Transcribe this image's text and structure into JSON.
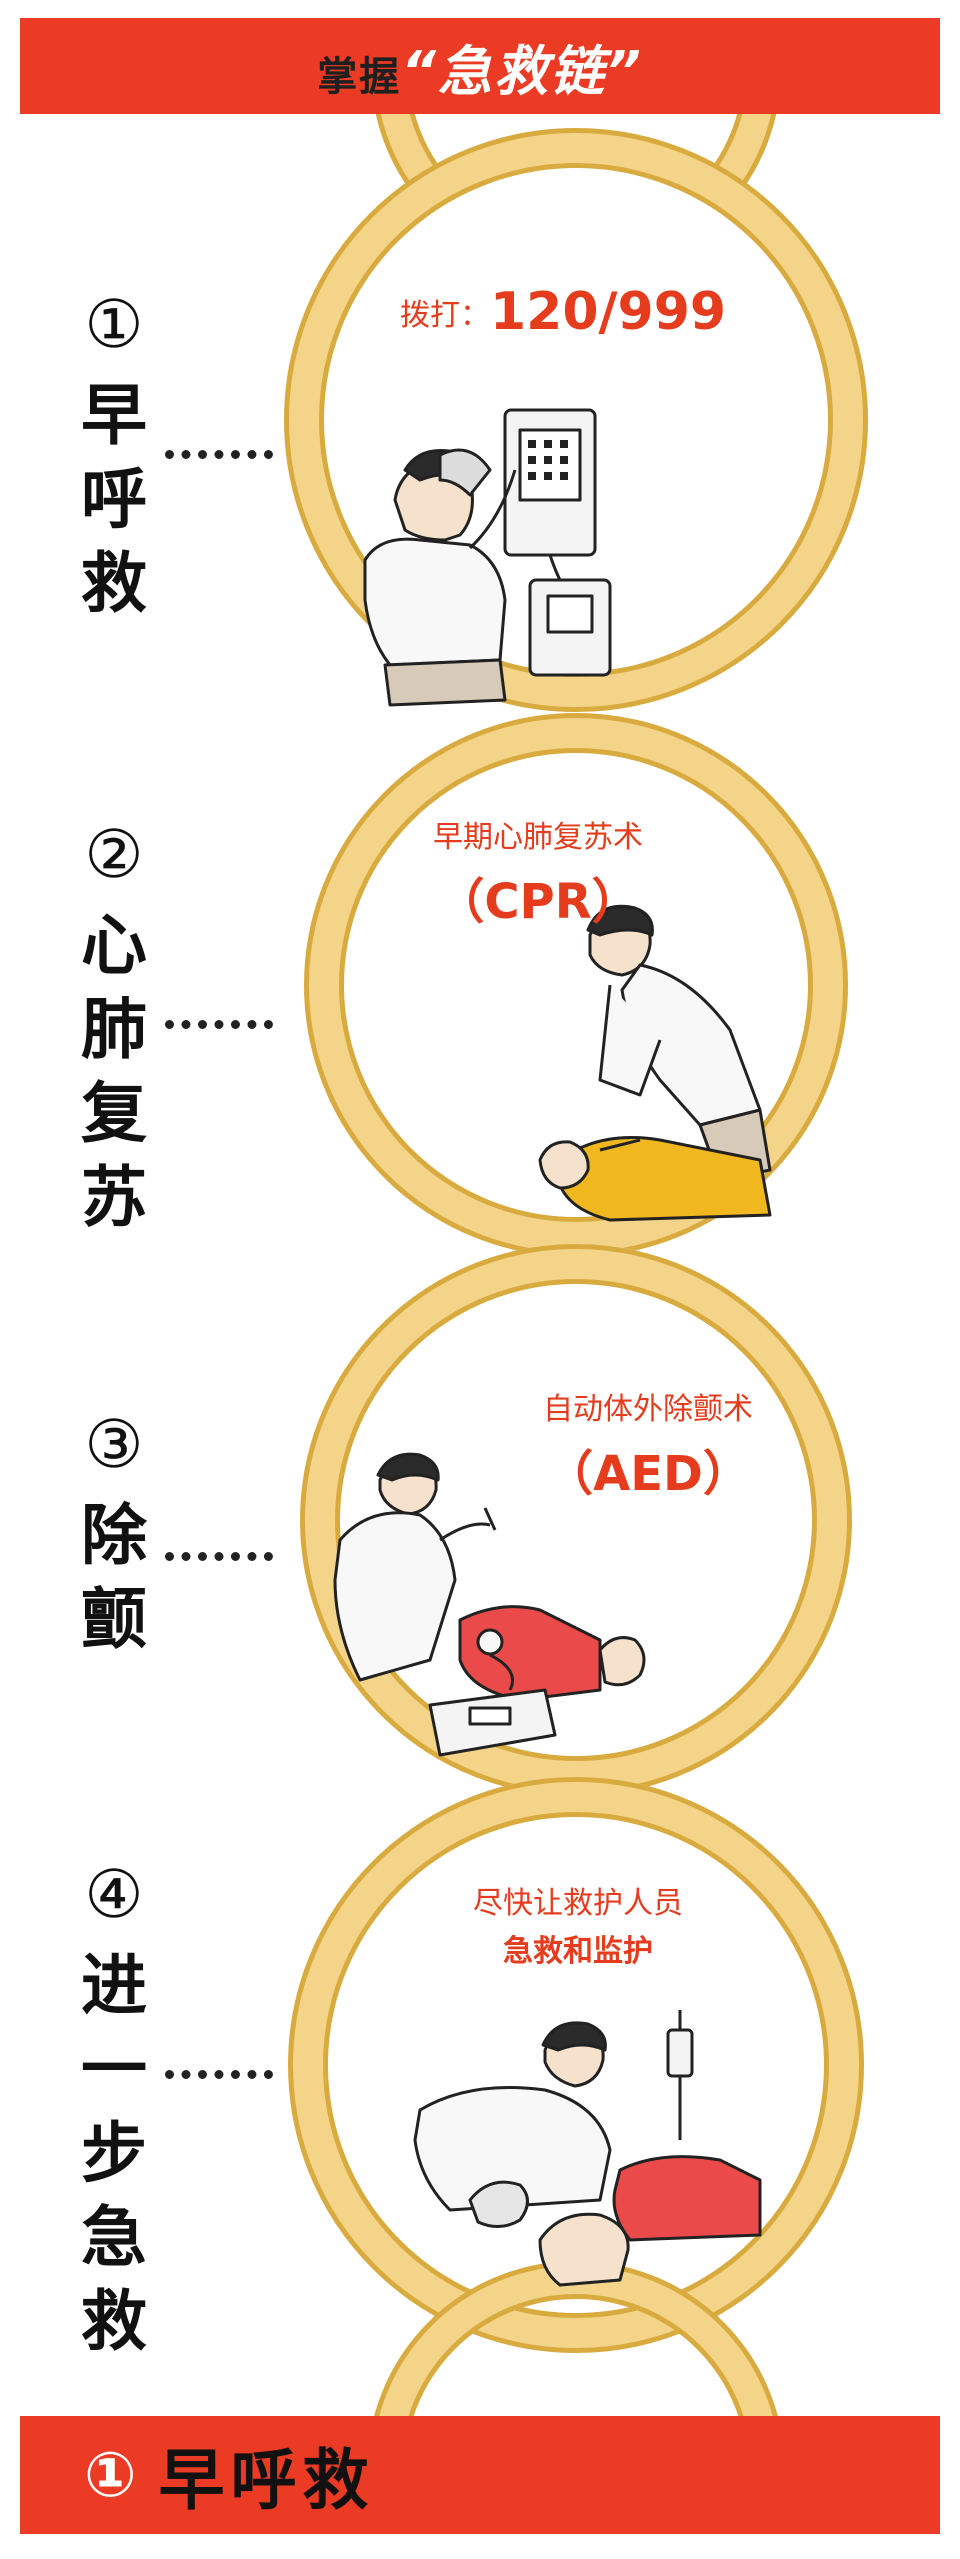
{
  "header": {
    "prefix": "掌握",
    "highlight": "“急救链”"
  },
  "steps": [
    {
      "number": "①",
      "chars": [
        "早",
        "呼",
        "救"
      ],
      "ring_text": {
        "label": "拨打：",
        "value": "120/999"
      }
    },
    {
      "number": "②",
      "chars": [
        "心",
        "肺",
        "复",
        "苏"
      ],
      "ring_text": {
        "line1": "早期心肺复苏术",
        "line2": "（CPR）"
      }
    },
    {
      "number": "③",
      "chars": [
        "除",
        "颤"
      ],
      "ring_text": {
        "line1": "自动体外除颤术",
        "line2": "（AED）"
      }
    },
    {
      "number": "④",
      "chars": [
        "进",
        "一",
        "步",
        "急",
        "救"
      ],
      "ring_text": {
        "line1": "尽快让救护人员",
        "line2": "急救和监护"
      }
    }
  ],
  "footer": {
    "number": "①",
    "title": "早呼救"
  },
  "colors": {
    "banner": "#ec3b24",
    "ring": "#f3d489",
    "ring_edge": "#d9ab3f",
    "accent_text": "#e53c1e",
    "label_text": "#111111"
  }
}
